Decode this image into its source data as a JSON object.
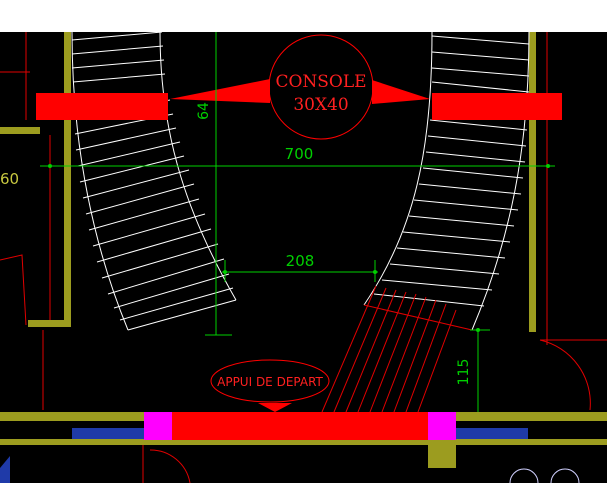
{
  "drawing": {
    "console_label_line1": "CONSOLE",
    "console_label_line2": "30X40",
    "appui_label": "APPUI DE DEPART",
    "dim_64": "64",
    "dim_700": "700",
    "dim_208": "208",
    "dim_115": "115",
    "dim_left_partial": "60",
    "colors": {
      "background": "#000000",
      "top_strip": "#ffffff",
      "wall": "#9c9c1f",
      "wall_light": "#c8c840",
      "console": "#ff0000",
      "red_line": "#e00000",
      "dimension": "#00d000",
      "stair": "#ffffff",
      "magenta": "#ff00ff",
      "hatch_blue": "#1f3aa8"
    }
  }
}
